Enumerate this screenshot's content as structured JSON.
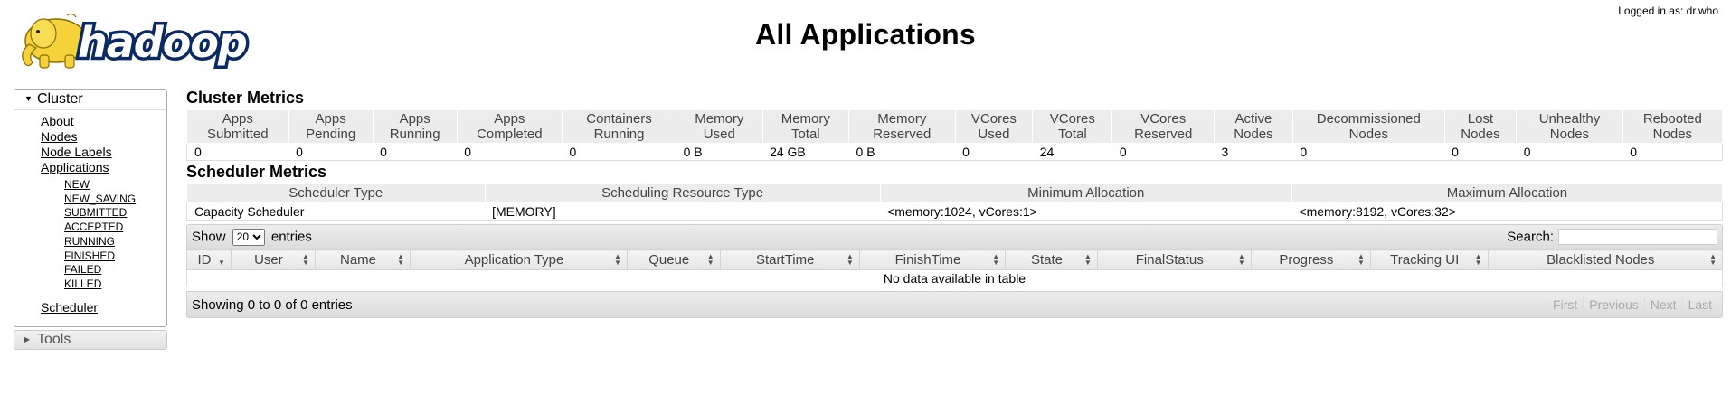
{
  "header": {
    "logo_text": "hadoop",
    "title": "All Applications",
    "logged_in": "Logged in as: dr.who"
  },
  "nav": {
    "cluster_label": "Cluster",
    "cluster_links": [
      "About",
      "Nodes",
      "Node Labels",
      "Applications"
    ],
    "app_states": [
      "NEW",
      "NEW_SAVING",
      "SUBMITTED",
      "ACCEPTED",
      "RUNNING",
      "FINISHED",
      "FAILED",
      "KILLED"
    ],
    "scheduler": "Scheduler",
    "tools_label": "Tools"
  },
  "cluster_metrics": {
    "title": "Cluster Metrics",
    "headers": [
      [
        "Apps",
        "Submitted"
      ],
      [
        "Apps",
        "Pending"
      ],
      [
        "Apps",
        "Running"
      ],
      [
        "Apps",
        "Completed"
      ],
      [
        "Containers",
        "Running"
      ],
      [
        "Memory",
        "Used"
      ],
      [
        "Memory",
        "Total"
      ],
      [
        "Memory",
        "Reserved"
      ],
      [
        "VCores",
        "Used"
      ],
      [
        "VCores",
        "Total"
      ],
      [
        "VCores",
        "Reserved"
      ],
      [
        "Active",
        "Nodes"
      ],
      [
        "Decommissioned",
        "Nodes"
      ],
      [
        "Lost",
        "Nodes"
      ],
      [
        "Unhealthy",
        "Nodes"
      ],
      [
        "Rebooted",
        "Nodes"
      ]
    ],
    "values": [
      "0",
      "0",
      "0",
      "0",
      "0",
      "0 B",
      "24 GB",
      "0 B",
      "0",
      "24",
      "0",
      "3",
      "0",
      "0",
      "0",
      "0"
    ]
  },
  "scheduler_metrics": {
    "title": "Scheduler Metrics",
    "headers": [
      "Scheduler Type",
      "Scheduling Resource Type",
      "Minimum Allocation",
      "Maximum Allocation"
    ],
    "values": [
      "Capacity Scheduler",
      "[MEMORY]",
      "<memory:1024, vCores:1>",
      "<memory:8192, vCores:32>"
    ]
  },
  "apps_table": {
    "show_label": "Show",
    "page_size": "20",
    "entries_label": "entries",
    "search_label": "Search:",
    "search_value": "",
    "columns": [
      "ID",
      "User",
      "Name",
      "Application Type",
      "Queue",
      "StartTime",
      "FinishTime",
      "State",
      "FinalStatus",
      "Progress",
      "Tracking UI",
      "Blacklisted Nodes"
    ],
    "empty_message": "No data available in table",
    "info": "Showing 0 to 0 of 0 entries",
    "pager": [
      "First",
      "Previous",
      "Next",
      "Last"
    ]
  }
}
